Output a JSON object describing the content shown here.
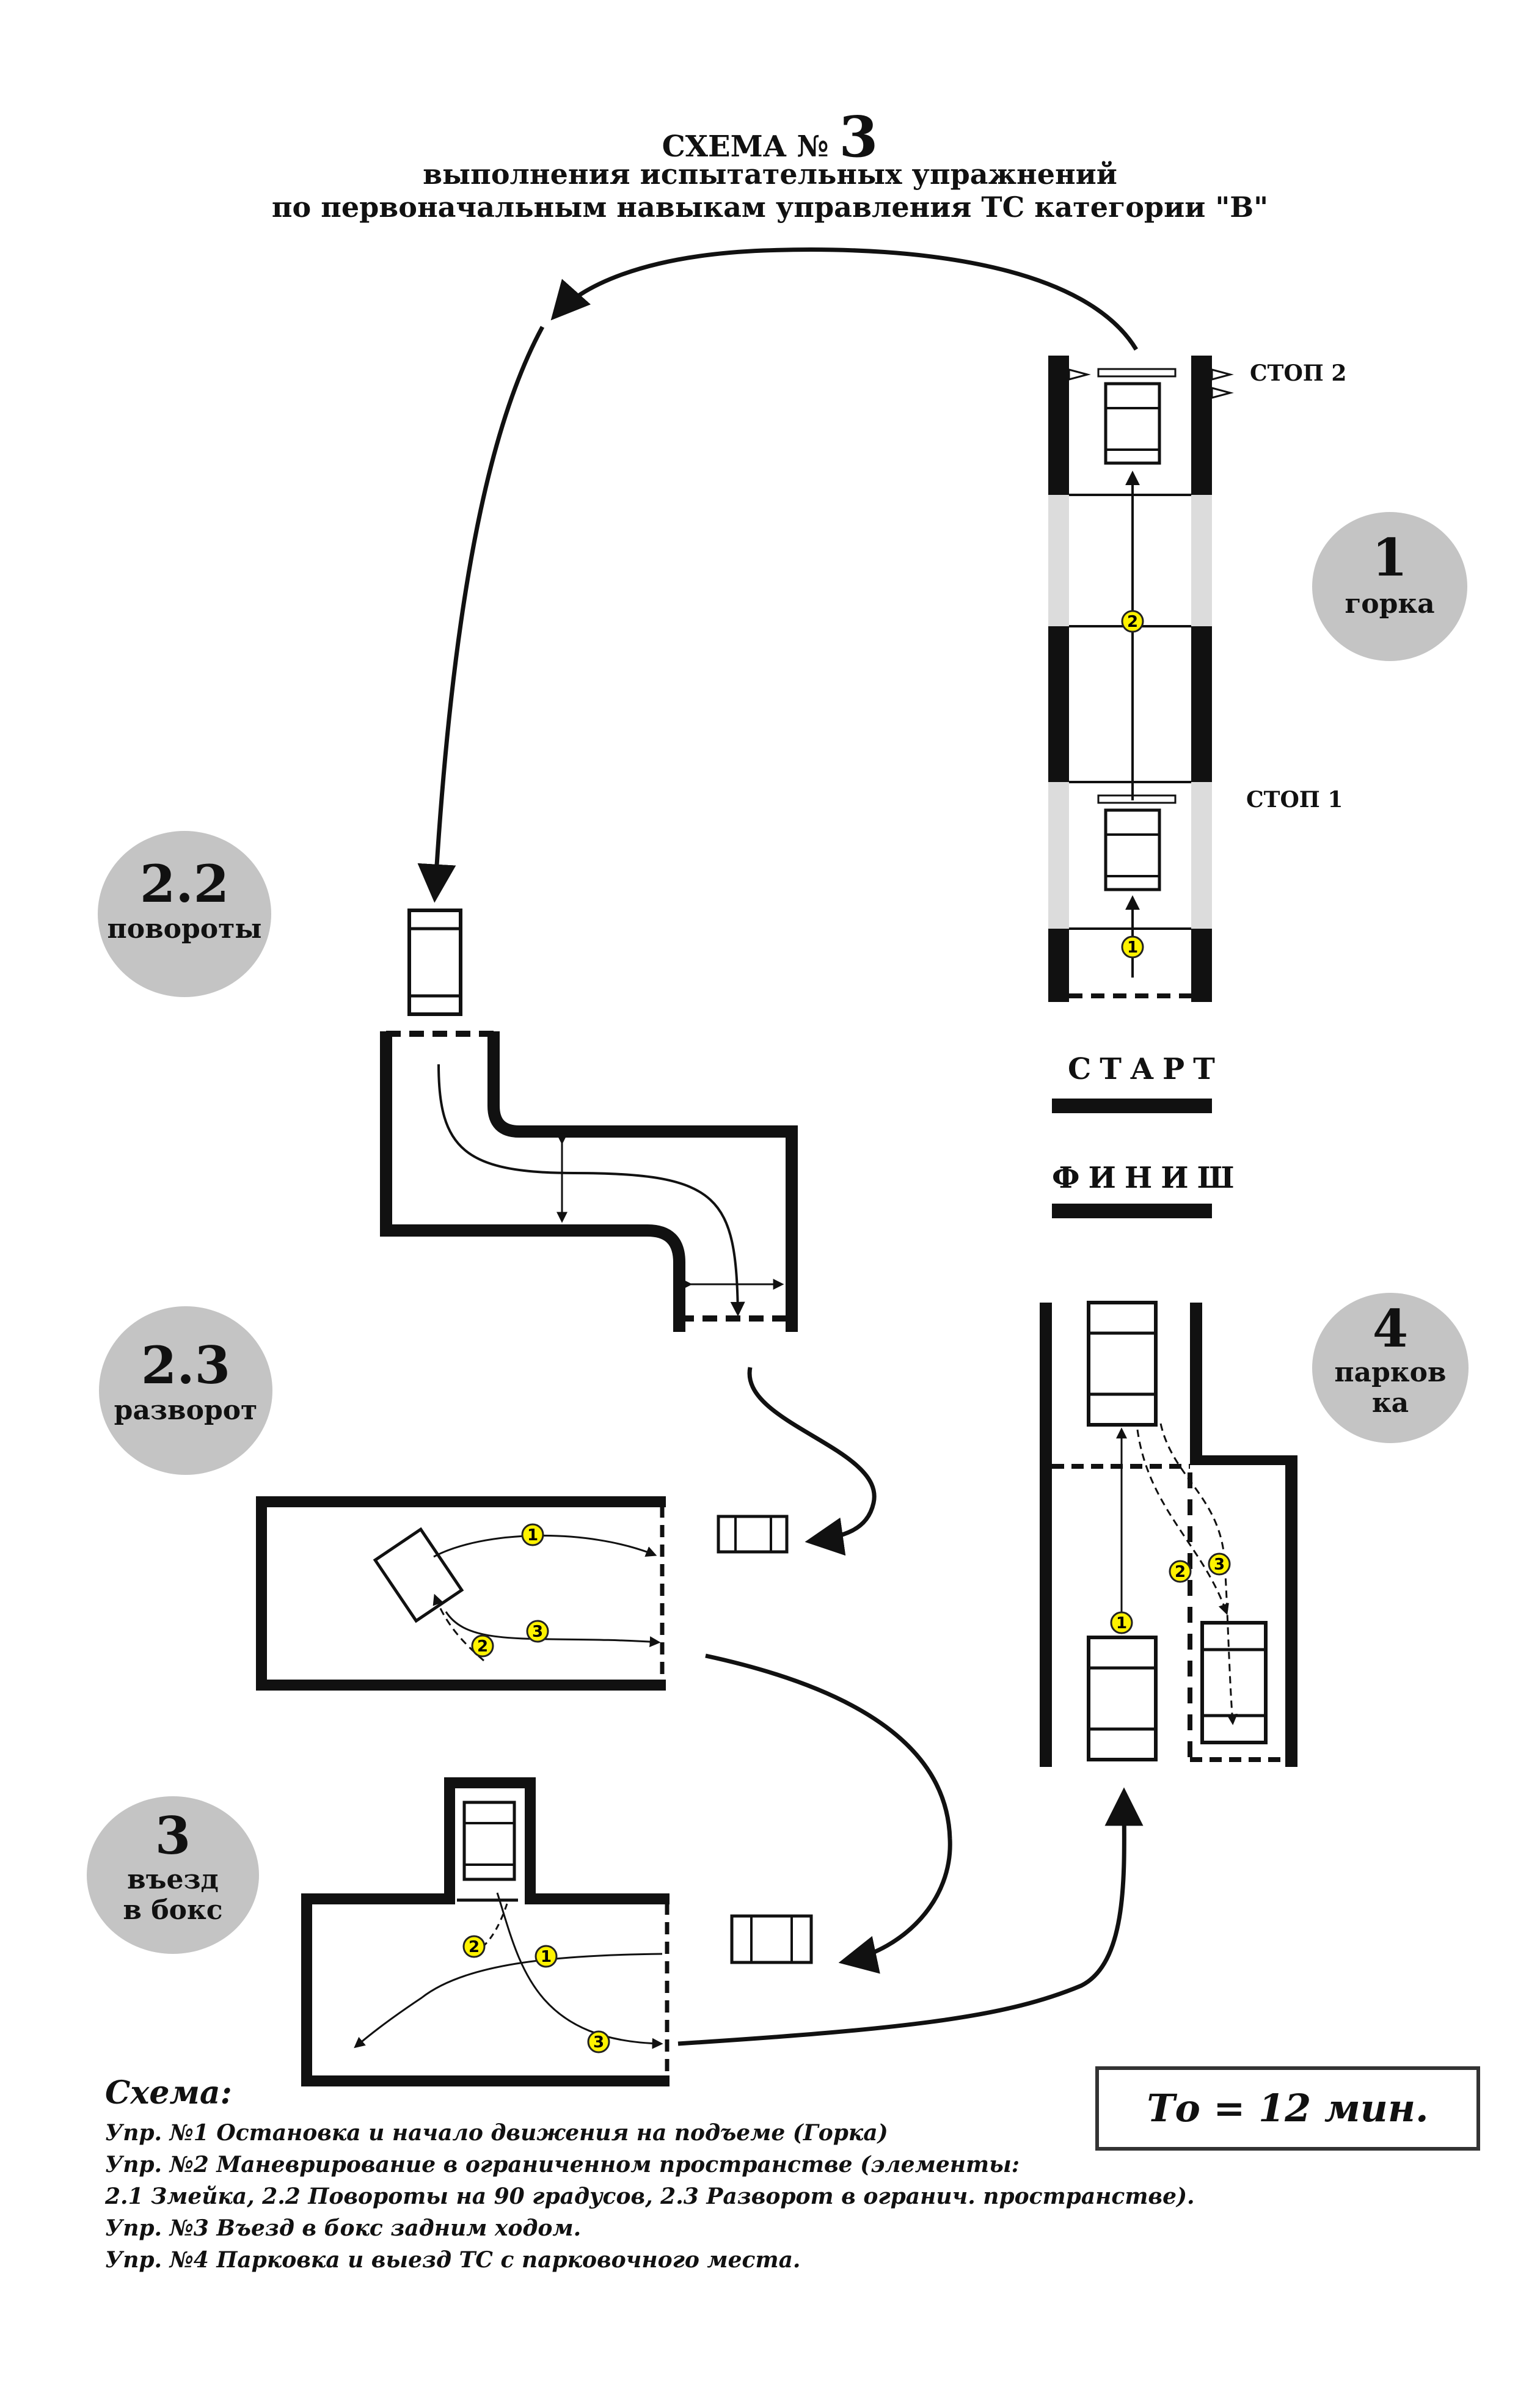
{
  "title": {
    "line1_prefix": "СХЕМА №",
    "line1_number": "3",
    "line2": "выполнения испытательных упражнений",
    "line3": "по первоначальным навыкам управления ТС категории \"В\""
  },
  "stops": {
    "stop2": "СТОП 2",
    "stop1": "СТОП 1"
  },
  "banners": {
    "start": "СТАРТ",
    "finish": "ФИНИШ"
  },
  "badges": {
    "b1": {
      "number": "1",
      "label": "горка"
    },
    "b22": {
      "number": "2.2",
      "label": "повороты"
    },
    "b23": {
      "number": "2.3",
      "label": "разворот"
    },
    "b3": {
      "number": "3",
      "label1": "въезд",
      "label2": "в бокс"
    },
    "b4": {
      "number": "4",
      "label1": "парков",
      "label2": "ка"
    }
  },
  "waypoints": [
    "1",
    "2",
    "3"
  ],
  "legend": {
    "heading": "Схема:",
    "items": [
      "Упр. №1 Остановка и начало движения на подъеме (Горка)",
      "Упр. №2 Маневрирование в ограниченном пространстве (элементы:",
      "2.1 Змейка, 2.2 Повороты на 90 градусов, 2.3 Разворот в огранич. пространстве).",
      "Упр. №3 Въезд в бокс задним ходом.",
      "Упр. №4 Парковка и выезд ТС с парковочного места."
    ]
  },
  "time_limit": "Tо = 12 мин.",
  "colors": {
    "badge": "#c4c4c4",
    "marker": "#fff200",
    "stripe": "#dcdcdc"
  }
}
